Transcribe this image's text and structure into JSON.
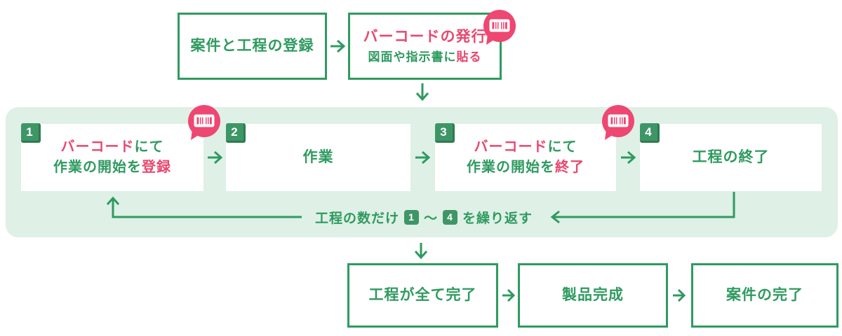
{
  "colors": {
    "green_main": "#2F9A60",
    "green_badge": "#3E9667",
    "green_badge_shade": "#2E7B50",
    "band_background": "#DFF0E6",
    "pink_text": "#E8486E",
    "pink_bubble": "#EE4771",
    "box_background": "#FFFFFF"
  },
  "icons": {
    "barcode_bubble": "barcode-in-speech-bubble",
    "flow_arrow_right": "→",
    "flow_arrow_down": "↓",
    "loop_return_arrow": "⮌"
  },
  "top_row": {
    "box_register": {
      "label": "案件と工程の登録"
    },
    "box_issue": {
      "line1": "バーコードの発行",
      "line2_green": "図面や指示書に",
      "line2_pink": "貼る"
    }
  },
  "band": {
    "steps": [
      {
        "num": "1",
        "line1_pink": "バーコード",
        "line1_green": "にて",
        "line2_green": "作業の開始を",
        "line2_pink": "登録"
      },
      {
        "num": "2",
        "label": "作業"
      },
      {
        "num": "3",
        "line1_pink": "バーコード",
        "line1_green": "にて",
        "line2_green": "作業の開始を",
        "line2_pink": "終了"
      },
      {
        "num": "4",
        "label": "工程の終了"
      }
    ],
    "loop_text": {
      "before": "工程の数だけ",
      "badge_start": "1",
      "tilde": "～",
      "badge_end": "4",
      "after": "を繰り返す"
    }
  },
  "bottom_row": {
    "boxes": [
      "工程が全て完了",
      "製品完成",
      "案件の完了"
    ]
  }
}
